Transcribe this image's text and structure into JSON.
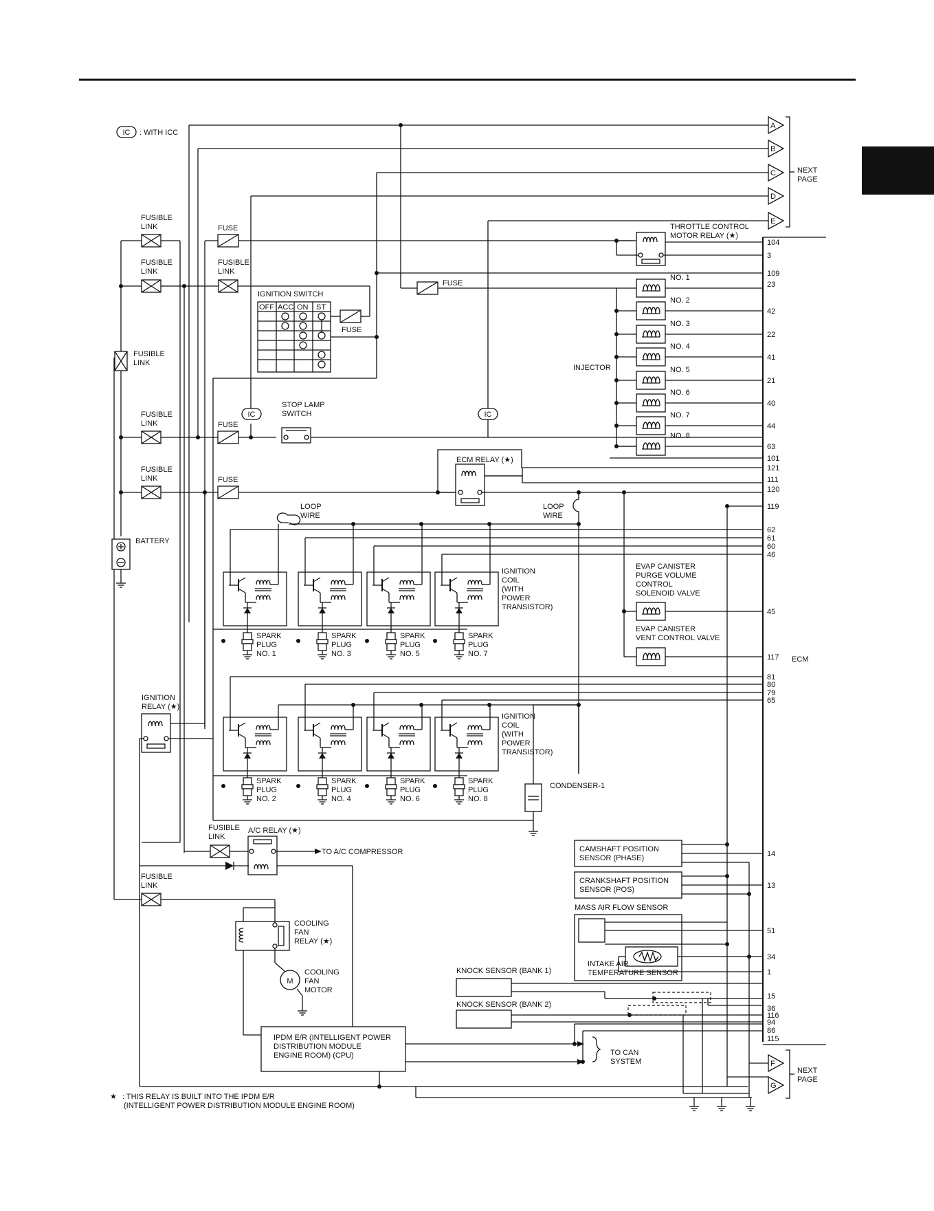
{
  "legend": {
    "ic_symbol": "IC",
    "ic_text": ": WITH ICC"
  },
  "footnote": {
    "star": "★",
    "line1": ": THIS RELAY IS BUILT INTO THE IPDM E/R",
    "line2": "(INTELLIGENT POWER DISTRIBUTION MODULE ENGINE ROOM)"
  },
  "connectors_top": [
    "A",
    "B",
    "C",
    "D",
    "E"
  ],
  "connectors_bottom": [
    "F",
    "G"
  ],
  "next_page": [
    "NEXT",
    "PAGE"
  ],
  "labels": {
    "fusible_link": [
      "FUSIBLE",
      "LINK"
    ],
    "fuse": "FUSE",
    "ignition_switch": "IGNITION SWITCH",
    "ign_cols": [
      "OFF",
      "ACC",
      "ON",
      "ST"
    ],
    "battery": "BATTERY",
    "stop_lamp": [
      "STOP LAMP",
      "SWITCH"
    ],
    "throttle_relay": [
      "THROTTLE CONTROL",
      "MOTOR RELAY (★)"
    ],
    "ecm_relay": "ECM RELAY (★)",
    "loop_wire": [
      "LOOP",
      "WIRE"
    ],
    "injector": "INJECTOR",
    "injectors": [
      "NO. 1",
      "NO. 2",
      "NO. 3",
      "NO. 4",
      "NO. 5",
      "NO. 6",
      "NO. 7",
      "NO. 8"
    ],
    "ign_coil": [
      "IGNITION",
      "COIL",
      "(WITH",
      "POWER",
      "TRANSISTOR)"
    ],
    "spark_plug": [
      "SPARK",
      "PLUG"
    ],
    "plugs_top": [
      "NO. 1",
      "NO. 3",
      "NO. 5",
      "NO. 7"
    ],
    "plugs_bottom": [
      "NO. 2",
      "NO. 4",
      "NO. 6",
      "NO. 8"
    ],
    "evap_purge": [
      "EVAP CANISTER",
      "PURGE VOLUME",
      "CONTROL",
      "SOLENOID VALVE"
    ],
    "evap_vent": [
      "EVAP CANISTER",
      "VENT CONTROL VALVE"
    ],
    "ecm": "ECM",
    "ign_relay": [
      "IGNITION",
      "RELAY (★)"
    ],
    "condenser": "CONDENSER-1",
    "ac_relay": "A/C RELAY (★)",
    "to_ac": "TO A/C COMPRESSOR",
    "cooling_relay": [
      "COOLING",
      "FAN",
      "RELAY (★)"
    ],
    "cooling_motor": [
      "COOLING",
      "FAN",
      "MOTOR"
    ],
    "motor_symbol": "M",
    "cmp": [
      "CAMSHAFT POSITION",
      "SENSOR (PHASE)"
    ],
    "ckp": [
      "CRANKSHAFT POSITION",
      "SENSOR (POS)"
    ],
    "maf": "MASS AIR FLOW SENSOR",
    "iat": [
      "INTAKE AIR",
      "TEMPERATURE SENSOR"
    ],
    "knock1": "KNOCK SENSOR (BANK 1)",
    "knock2": "KNOCK SENSOR (BANK 2)",
    "ipdm": [
      "IPDM E/R (INTELLIGENT POWER",
      "DISTRIBUTION MODULE",
      "ENGINE ROOM) (CPU)"
    ],
    "to_can": [
      "TO CAN",
      "SYSTEM"
    ]
  },
  "ecm_terminals": {
    "throttle": [
      "104",
      "3"
    ],
    "group1": [
      "109",
      "23",
      "42",
      "22",
      "41",
      "21",
      "40",
      "44",
      "63",
      "101",
      "121",
      "111",
      "120",
      "119"
    ],
    "coils_top": [
      "62",
      "61",
      "60",
      "46"
    ],
    "evap": [
      "45",
      "117"
    ],
    "coils_bottom": [
      "81",
      "80",
      "79",
      "65"
    ],
    "sensors": [
      "14",
      "13",
      "51",
      "34",
      "1",
      "15"
    ],
    "bottom": [
      "36",
      "116",
      "94",
      "86",
      "115"
    ]
  }
}
